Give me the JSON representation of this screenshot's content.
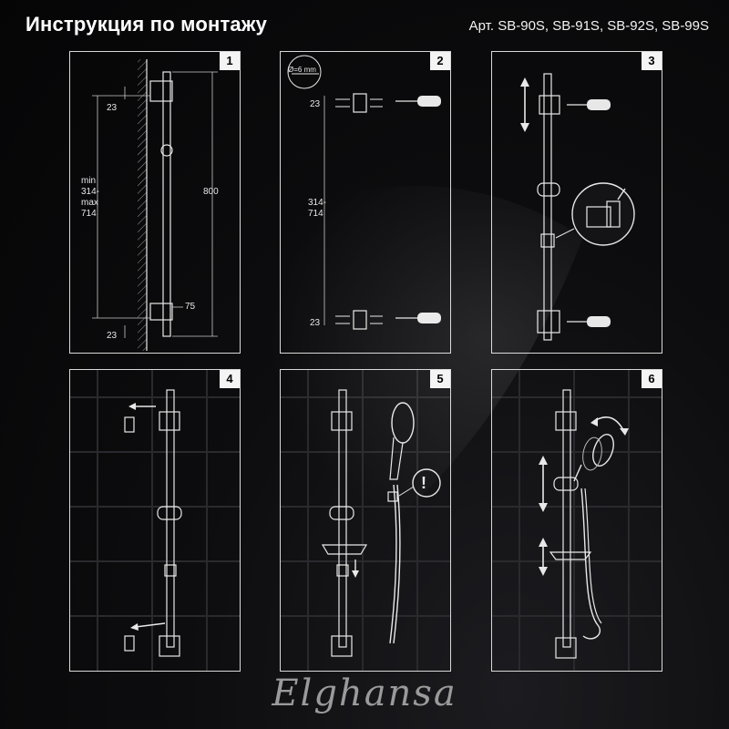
{
  "header": {
    "title": "Инструкция по монтажу",
    "articles": "Арт. SB-90S,  SB-91S,  SB-92S,  SB-99S"
  },
  "steps": [
    {
      "number": "1",
      "dims": {
        "top_offset": "23",
        "bottom_offset": "23",
        "length": "800",
        "clamp": "75",
        "range_line1": "min",
        "range_line2": "314-",
        "range_line3": "max",
        "range_line4": "714"
      }
    },
    {
      "number": "2",
      "dims": {
        "top": "23",
        "bottom": "23",
        "range_line1": "314-",
        "range_line2": "714",
        "drill": "Ø=6 mm"
      }
    },
    {
      "number": "3"
    },
    {
      "number": "4"
    },
    {
      "number": "5",
      "warning": "!"
    },
    {
      "number": "6"
    }
  ],
  "brand": "Elghansa",
  "colors": {
    "background": "#0d0d0f",
    "line": "#e8e8e8",
    "tile_grid": "#2a2a2e"
  }
}
